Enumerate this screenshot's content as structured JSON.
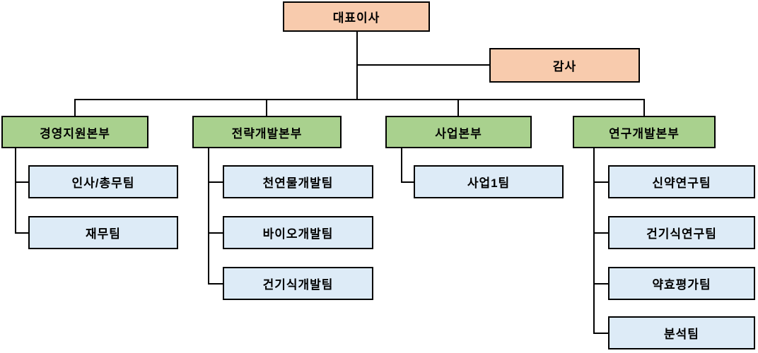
{
  "org_chart": {
    "ceo": {
      "label": "대표이사"
    },
    "auditor": {
      "label": "감사"
    },
    "divisions": [
      {
        "label": "경영지원본부",
        "teams": [
          {
            "label": "인사/총무팀"
          },
          {
            "label": "재무팀"
          }
        ]
      },
      {
        "label": "전략개발본부",
        "teams": [
          {
            "label": "천연물개발팀"
          },
          {
            "label": "바이오개발팀"
          },
          {
            "label": "건기식개발팀"
          }
        ]
      },
      {
        "label": "사업본부",
        "teams": [
          {
            "label": "사업1팀"
          }
        ]
      },
      {
        "label": "연구개발본부",
        "teams": [
          {
            "label": "신약연구팀"
          },
          {
            "label": "건기식연구팀"
          },
          {
            "label": "약효평가팀"
          },
          {
            "label": "분석팀"
          }
        ]
      }
    ],
    "colors": {
      "executive_fill": "#F8CBAD",
      "division_fill": "#A9D18E",
      "team_fill": "#DDEBF7",
      "connector": "#000000",
      "border": "#000000",
      "background": "#FFFFFF"
    }
  }
}
